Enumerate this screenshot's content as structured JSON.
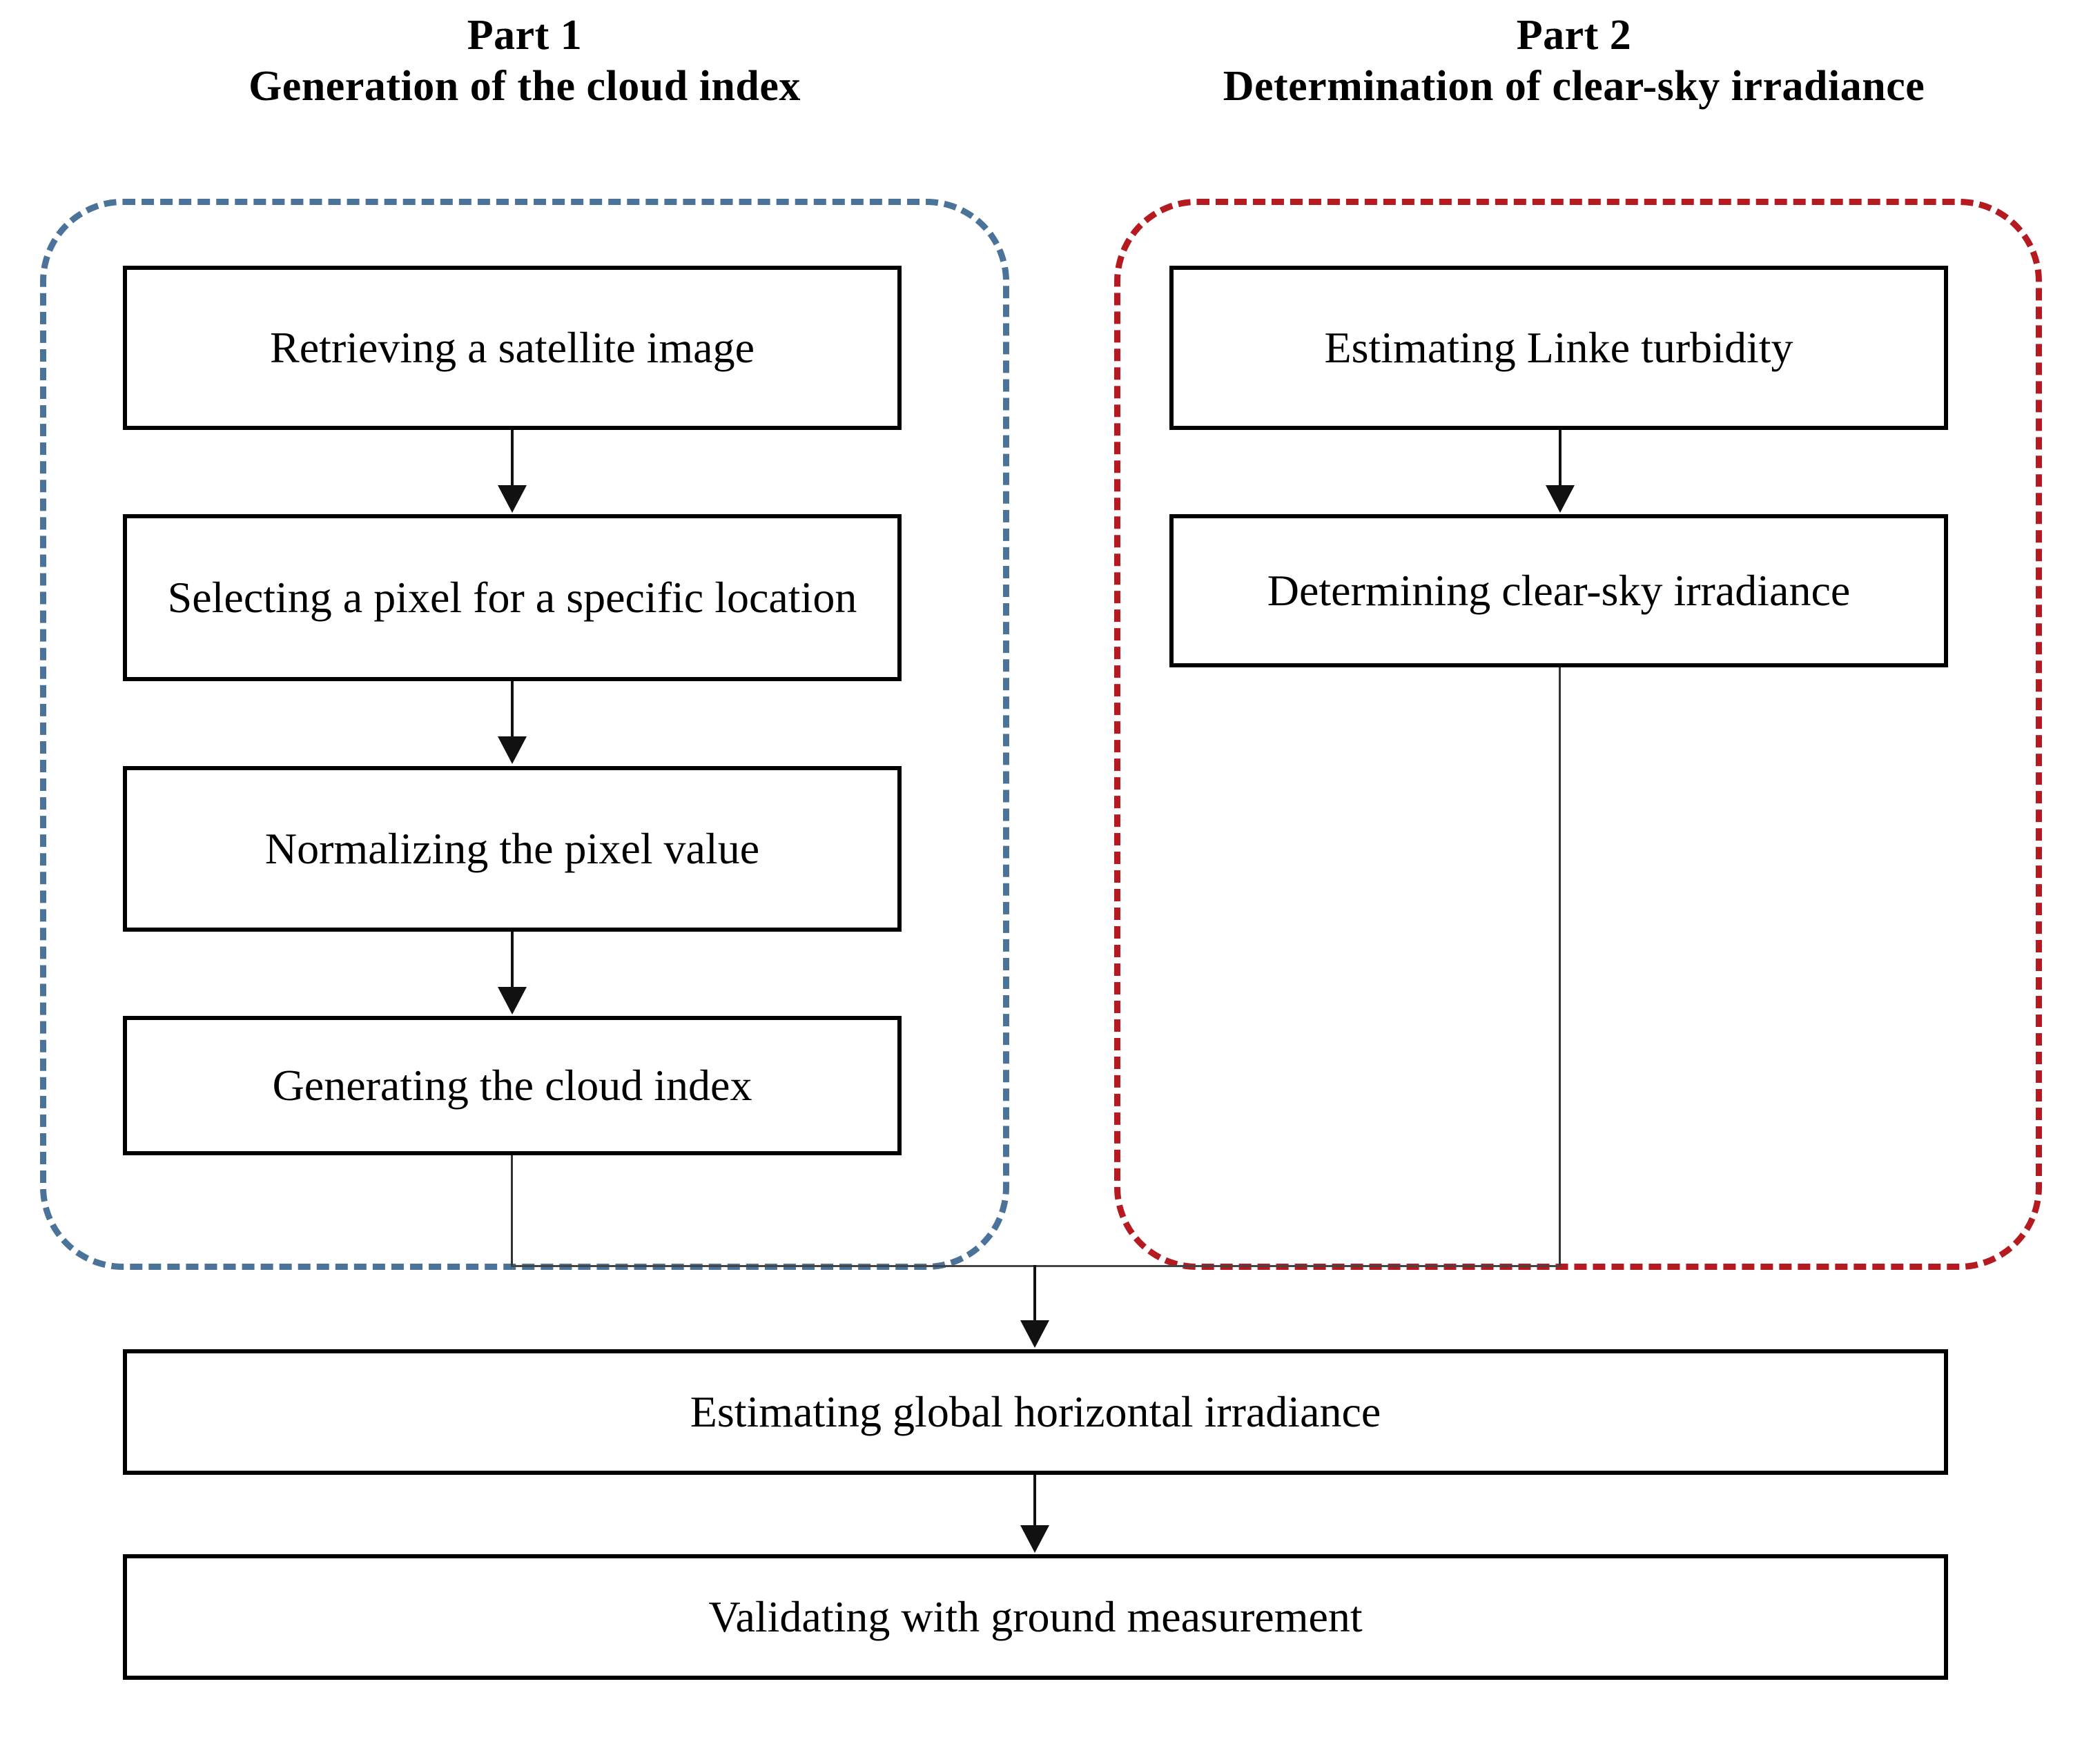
{
  "figure": {
    "kind": "flowchart",
    "background_color": "#ffffff"
  },
  "parts": [
    {
      "id": "part1",
      "number_label": "Part 1",
      "title": "Generation of the cloud index",
      "border_color": "#4B7399",
      "border_style": "dashed"
    },
    {
      "id": "part2",
      "number_label": "Part 2",
      "title": "Determination of clear-sky irradiance",
      "border_color": "#B51A21",
      "border_style": "dashed"
    }
  ],
  "nodes": {
    "retrieve": "Retrieving a satellite image",
    "select": "Selecting a pixel for a specific location",
    "normalize": "Normalizing the pixel value",
    "cloud_index": "Generating the cloud index",
    "linke": "Estimating Linke turbidity",
    "clear_sky": "Determining clear-sky irradiance",
    "ghi": "Estimating global horizontal irradiance",
    "validate": "Validating with ground measurement"
  },
  "edges": [
    {
      "from": "retrieve",
      "to": "select",
      "arrow": "down"
    },
    {
      "from": "select",
      "to": "normalize",
      "arrow": "down"
    },
    {
      "from": "normalize",
      "to": "cloud_index",
      "arrow": "down"
    },
    {
      "from": "linke",
      "to": "clear_sky",
      "arrow": "down"
    },
    {
      "from": "cloud_index",
      "to": "ghi",
      "arrow": "down",
      "routing": "merge"
    },
    {
      "from": "clear_sky",
      "to": "ghi",
      "arrow": "down",
      "routing": "merge"
    },
    {
      "from": "ghi",
      "to": "validate",
      "arrow": "down"
    }
  ],
  "colors": {
    "node_border": "#000000",
    "connector": "#111111",
    "part1_accent": "#4B7399",
    "part2_accent": "#B51A21",
    "text": "#000000"
  }
}
